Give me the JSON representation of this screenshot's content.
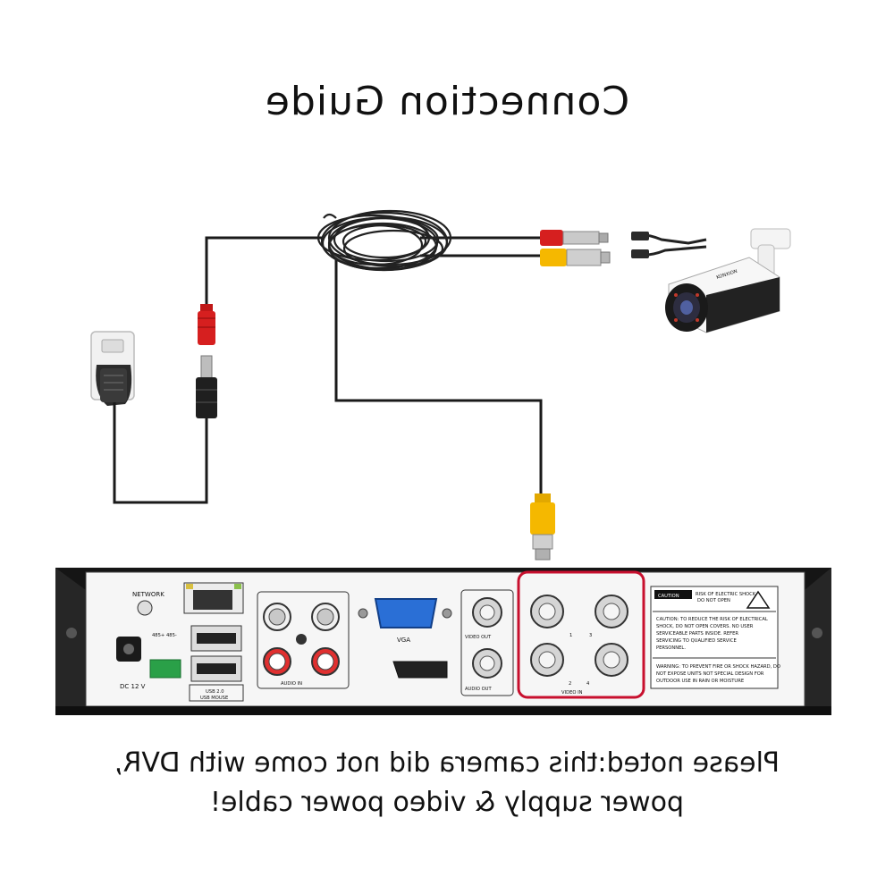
{
  "title": "Connection Guide",
  "note_lines": [
    "Please noted:this camera did not come with DVR,",
    "power supply & video power cable!"
  ],
  "dvr_labels": {
    "network": "NETWORK",
    "dc": "DC 12 V",
    "usb": "USB 2.0",
    "usb_mouse": "USB MOUSE",
    "vga": "VGA",
    "audio_in": "AUDIO IN",
    "video_out": "VIDEO OUT",
    "audio_out": "AUDIO OUT",
    "video_in": "VIDEO IN",
    "rs485_a": "485+",
    "rs485_b": "485-",
    "ch1": "1",
    "ch2": "2",
    "ch3": "3",
    "ch4": "4",
    "caution": "CAUTION",
    "caution_side": [
      "RISK OF ELECTRIC SHOCK",
      "DO NOT OPEN"
    ],
    "caution_text": [
      "CAUTION: TO REDUCE THE RISK OF ELECTRICAL",
      "SHOCK, DO NOT OPEN COVERS. NO USER",
      "SERVICEABLE PARTS INSIDE. REFER",
      "SERVICING TO QUALIFIED SERVICE",
      "PERSONNEL."
    ],
    "warning_text": [
      "WARNING: TO PREVENT FIRE OR SHOCK HAZARD, DO",
      "NOT EXPOSE UNITS NOT SPECIAL DESIGN FOR",
      "OUTDOOR USE IN RAIN OR MOISTURE"
    ]
  },
  "camera_brand": "KONXION",
  "colors": {
    "highlight": "#c8102e",
    "wire": "#1a1a1a",
    "yellow_plug": "#f5b800",
    "red_plug": "#d61f1f",
    "vga": "#2a6fd6"
  }
}
